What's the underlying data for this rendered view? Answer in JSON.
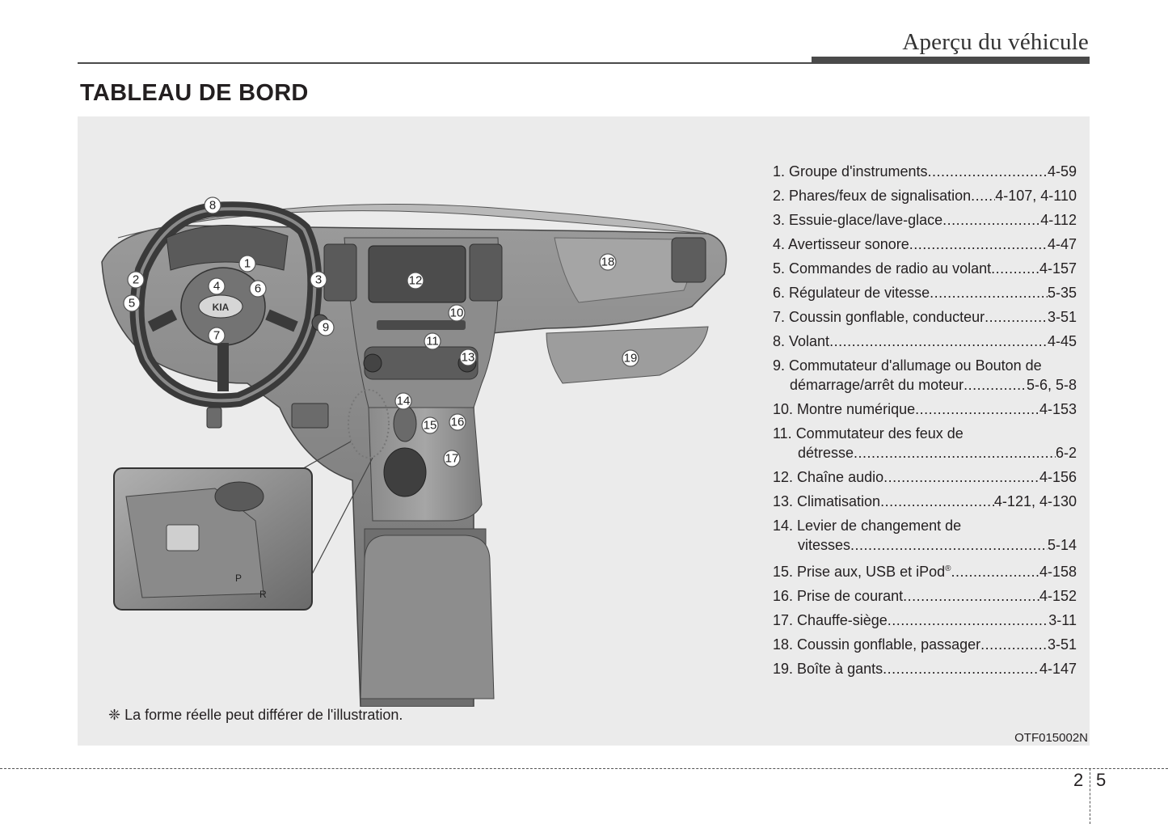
{
  "header": {
    "section_title": "Aperçu du véhicule"
  },
  "page": {
    "heading": "TABLEAU DE BORD",
    "chapter": "2",
    "number": "5"
  },
  "items": [
    {
      "label": "1. Groupe d'instruments",
      "page": "4-59"
    },
    {
      "label": "2. Phares/feux de signalisation",
      "page": "4-107, 4-110"
    },
    {
      "label": "3. Essuie-glace/lave-glace",
      "page": "4-112"
    },
    {
      "label": "4. Avertisseur sonore",
      "page": "4-47"
    },
    {
      "label": "5. Commandes de radio au volant",
      "page": "4-157"
    },
    {
      "label": "6. Régulateur de vitesse",
      "page": "5-35"
    },
    {
      "label": "7. Coussin gonflable, conducteur",
      "page": "3-51"
    },
    {
      "label": "8. Volant",
      "page": "4-45"
    },
    {
      "label": "9. Commutateur d'allumage ou Bouton de",
      "label2": "démarrage/arrêt du moteur",
      "page": "5-6, 5-8"
    },
    {
      "label": "10. Montre numérique",
      "page": "4-153"
    },
    {
      "label": "11. Commutateur des feux de",
      "label2": "détresse",
      "page": "6-2"
    },
    {
      "label": "12. Chaîne audio",
      "page": "4-156"
    },
    {
      "label": "13. Climatisation",
      "page": "4-121, 4-130"
    },
    {
      "label": "14. Levier de changement de",
      "label2": "vitesses",
      "page": "5-14"
    },
    {
      "label": "15. Prise aux, USB et iPod",
      "sup": "®",
      "page": "4-158"
    },
    {
      "label": "16. Prise de courant",
      "page": "4-152"
    },
    {
      "label": "17. Chauffe-siège",
      "page": "3-11"
    },
    {
      "label": "18. Coussin gonflable, passager",
      "page": "3-51"
    },
    {
      "label": "19. Boîte à gants",
      "page": "4-147"
    }
  ],
  "illustration": {
    "callouts": [
      "1",
      "2",
      "3",
      "4",
      "5",
      "6",
      "7",
      "8",
      "9",
      "10",
      "11",
      "12",
      "13",
      "14",
      "15",
      "16",
      "17",
      "18",
      "19"
    ],
    "badge": "KIA",
    "inset_labels": [
      "P",
      "R"
    ]
  },
  "footnote": "❈ La forme réelle peut différer de l'illustration.",
  "figure_code": "OTF015002N"
}
